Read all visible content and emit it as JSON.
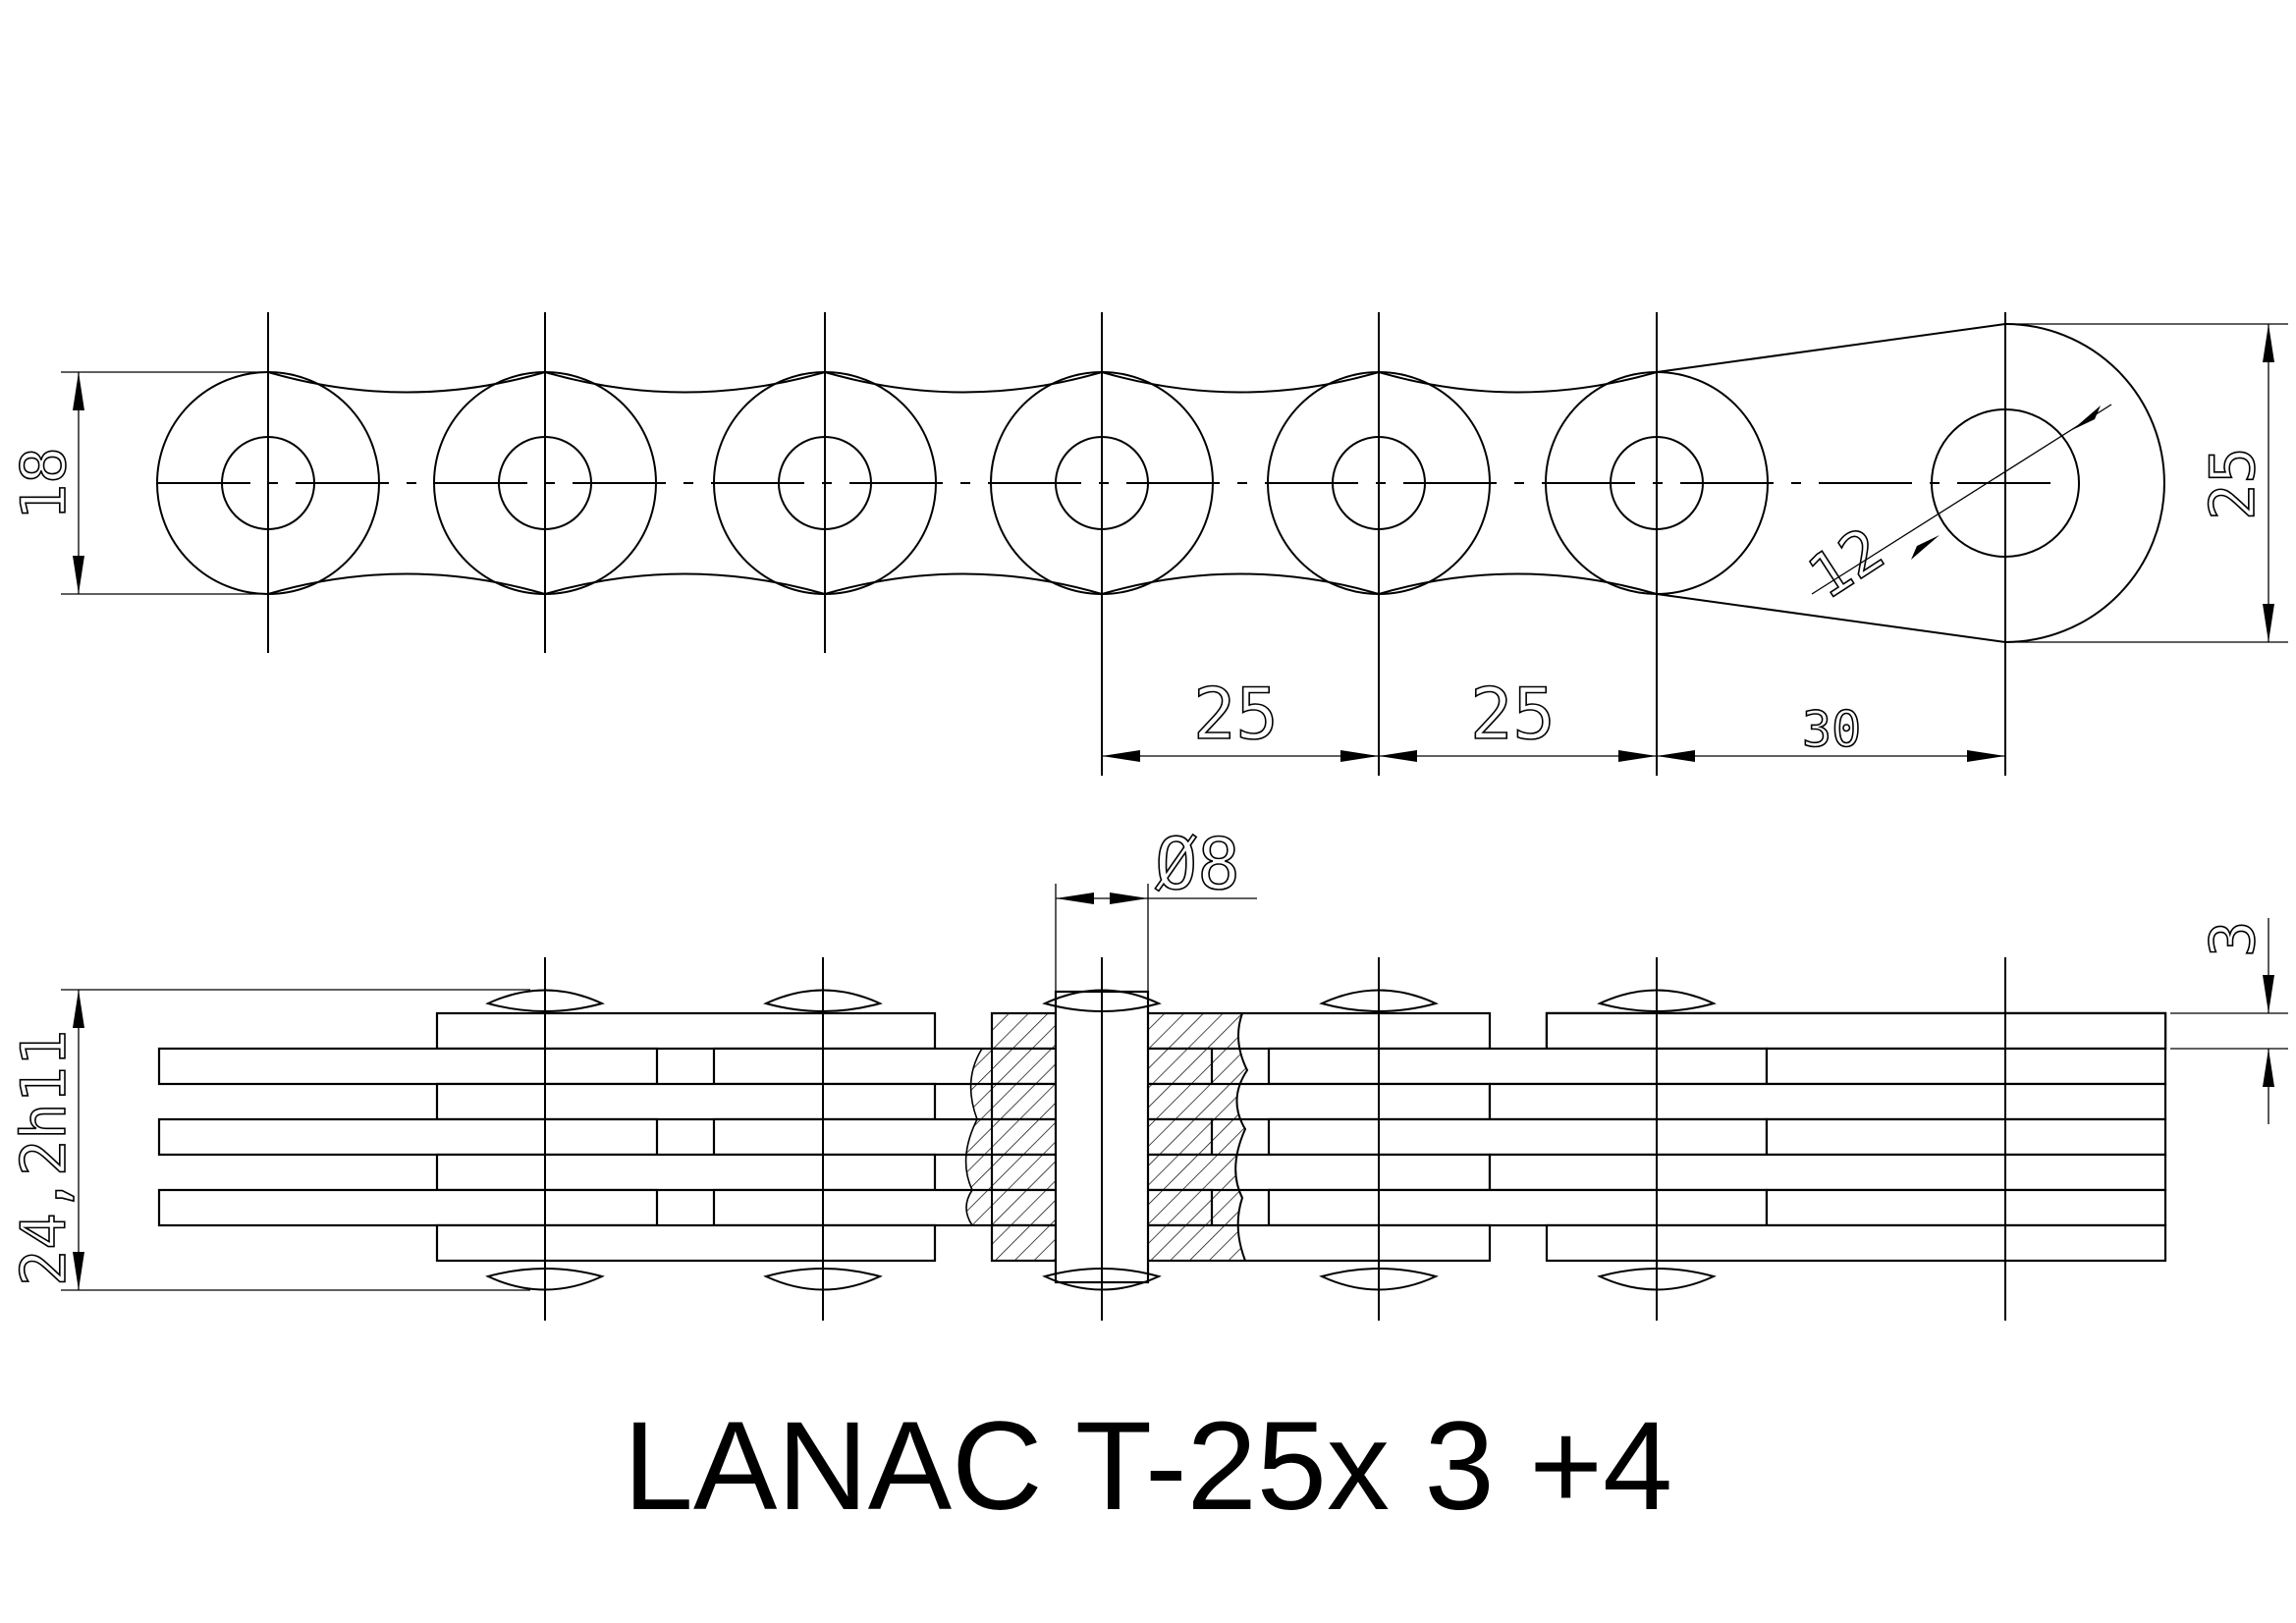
{
  "title": "LANAC T-25x 3 +4",
  "dimensions": {
    "link_height": "18",
    "end_plate_height": "25",
    "hole_diameter": "12",
    "pitch_1": "25",
    "pitch_2": "25",
    "end_length": "30",
    "pin_diameter": "Ø8",
    "plate_thickness": "3",
    "chain_width": "24,2h11"
  }
}
